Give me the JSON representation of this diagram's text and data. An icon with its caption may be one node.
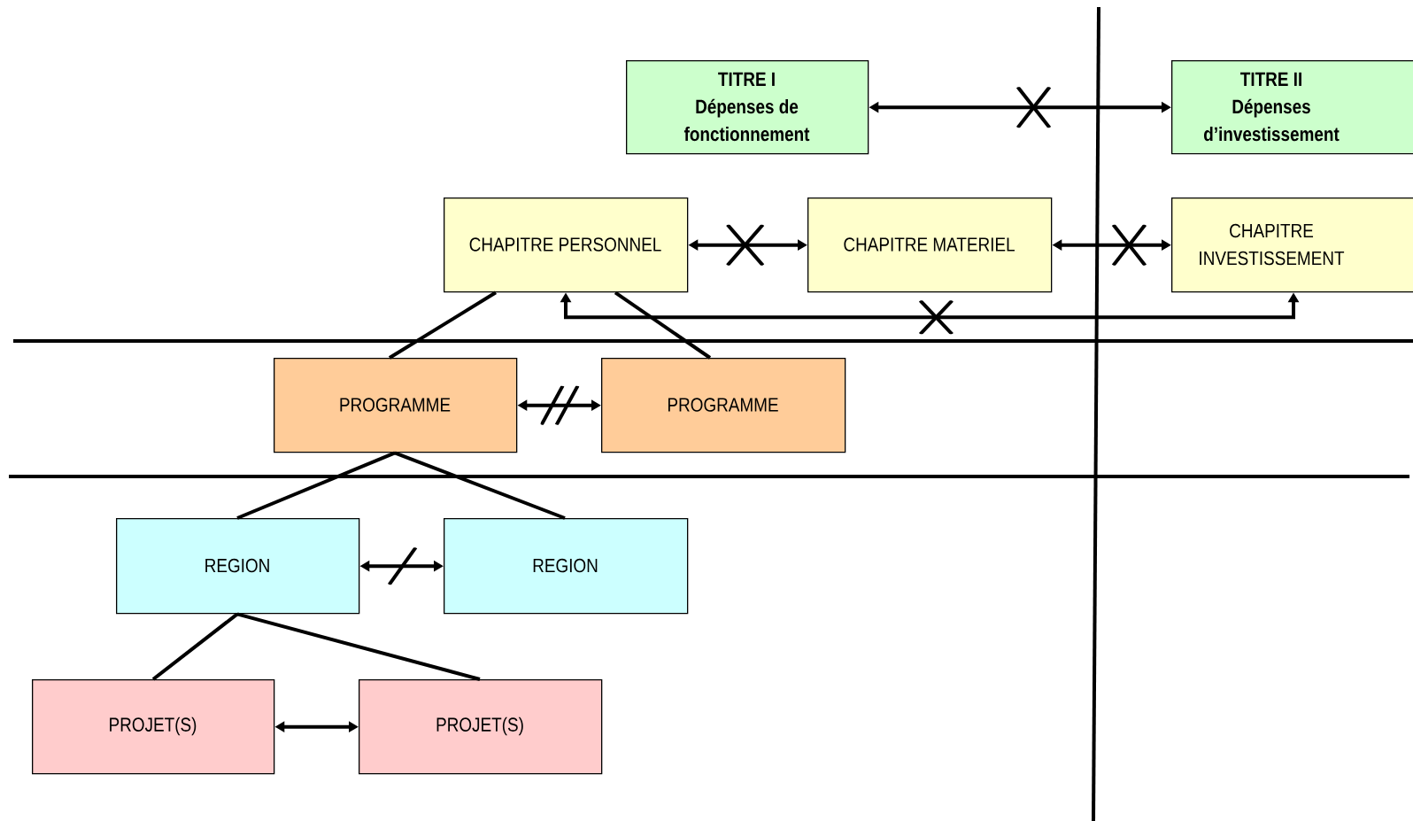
{
  "diagram": {
    "nodes": [
      {
        "text": [
          "TITRE I",
          "Dépenses de fonctionnement"
        ]
      },
      {
        "text": [
          "TITRE II",
          "Dépenses d’investissement"
        ]
      },
      {
        "text": [
          "CHAPITRE PERSONNEL"
        ]
      },
      {
        "text": [
          "CHAPITRE MATERIEL"
        ]
      },
      {
        "text": [
          "CHAPITRE INVESTISSEMENT"
        ]
      },
      {
        "text": [
          "PROGRAMME"
        ]
      },
      {
        "text": [
          "PROGRAMME"
        ]
      },
      {
        "text": [
          "REGION"
        ]
      },
      {
        "text": [
          "REGION"
        ]
      },
      {
        "text": [
          "PROJET(S)"
        ]
      },
      {
        "text": [
          "PROJET(S)"
        ]
      }
    ],
    "edges": [
      {
        "from": 0,
        "to": 1,
        "arrow": "both"
      },
      {
        "from": 2,
        "to": 3,
        "arrow": "both"
      },
      {
        "from": 3,
        "to": 4,
        "arrow": "both"
      },
      {
        "from": 2,
        "to": 4,
        "arrow": "both"
      },
      {
        "from": 2,
        "to": 5,
        "arrow": "none"
      },
      {
        "from": 2,
        "to": 6,
        "arrow": "none"
      },
      {
        "from": 5,
        "to": 6,
        "arrow": "both"
      },
      {
        "from": 5,
        "to": 7,
        "arrow": "none"
      },
      {
        "from": 5,
        "to": 8,
        "arrow": "none"
      },
      {
        "from": 7,
        "to": 8,
        "arrow": "both"
      },
      {
        "from": 7,
        "to": 9,
        "arrow": "none"
      },
      {
        "from": 7,
        "to": 10,
        "arrow": "none"
      },
      {
        "from": 9,
        "to": 10,
        "arrow": "both"
      }
    ]
  }
}
